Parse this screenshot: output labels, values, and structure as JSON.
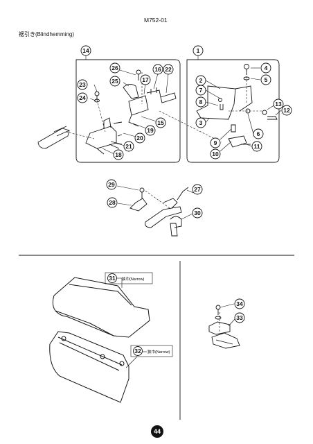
{
  "header": {
    "doc_code": "M752-01",
    "section_title": "裾引き(Blindhemming)"
  },
  "parts": {
    "p1": "1",
    "p2": "2",
    "p3": "3",
    "p4": "4",
    "p5": "5",
    "p6": "6",
    "p7": "7",
    "p8": "8",
    "p9": "9",
    "p10": "10",
    "p11": "11",
    "p12": "12",
    "p13": "13",
    "p14": "14",
    "p15": "15",
    "p16": "16",
    "p17": "17",
    "p18": "18",
    "p19": "19",
    "p20": "20",
    "p21": "21",
    "p22": "22",
    "p23": "23",
    "p24": "24",
    "p25": "25",
    "p26": "26",
    "p27": "27",
    "p28": "28",
    "p29": "29",
    "p30": "30",
    "p31": "31",
    "p32": "32",
    "p33": "33",
    "p34": "34"
  },
  "captions": {
    "c31": "狭巾(Narrow)",
    "c32": "狭巾(Narrow)"
  },
  "footer": {
    "page_number": "44"
  }
}
